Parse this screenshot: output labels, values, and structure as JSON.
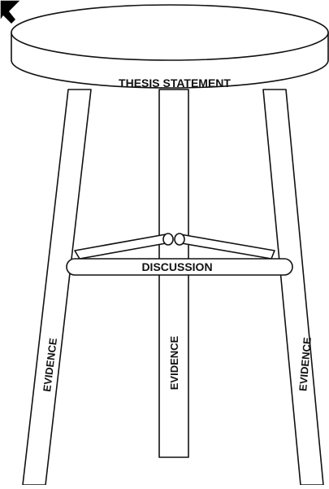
{
  "diagram": {
    "seat_label": "THESIS STATEMENT",
    "rung_label": "DISCUSSION",
    "legs": [
      {
        "label": "EVIDENCE"
      },
      {
        "label": "EVIDENCE"
      },
      {
        "label": "EVIDENCE"
      }
    ]
  },
  "colors": {
    "stroke": "#111111",
    "fill": "#ffffff"
  }
}
